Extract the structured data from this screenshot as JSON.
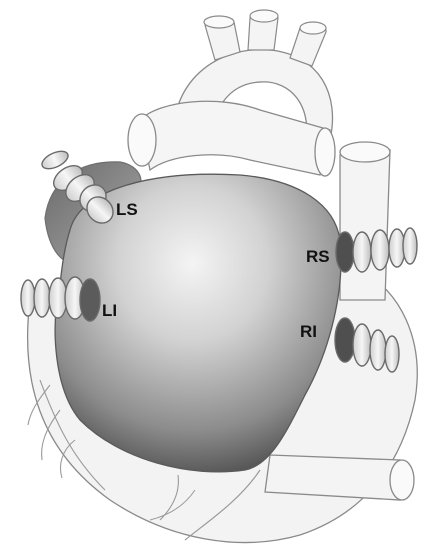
{
  "labels": {
    "ls": "LS",
    "li": "LI",
    "rs": "RS",
    "ri": "RI"
  },
  "colors": {
    "outline": "#8a8a8a",
    "background_heart": "#f2f2f2",
    "atrium_dark": "#3a3a3a",
    "atrium_light": "#efefef",
    "vein_ring": "#e6e6e6",
    "label_text": "#111111"
  }
}
